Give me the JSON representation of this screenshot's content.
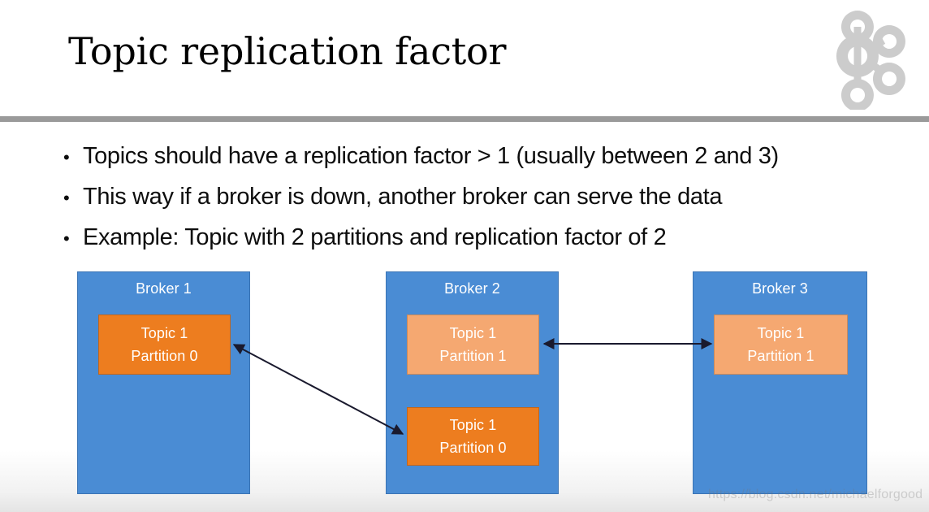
{
  "slide": {
    "title": "Topic replication factor",
    "logo_icon": "kafka-logo-icon",
    "watermark": "https://blog.csdn.net/michaelforgood"
  },
  "bullets": {
    "marker": "•",
    "items": [
      "Topics should have a replication factor > 1 (usually between 2 and 3)",
      "This way if a broker is down, another broker can serve the data",
      "Example: Topic with 2 partitions and replication factor of 2"
    ]
  },
  "diagram": {
    "brokers": [
      {
        "label": "Broker 1",
        "partitions": [
          {
            "topic": "Topic 1",
            "partition": "Partition 0",
            "role": "leader"
          }
        ]
      },
      {
        "label": "Broker 2",
        "partitions": [
          {
            "topic": "Topic 1",
            "partition": "Partition 1",
            "role": "replica"
          },
          {
            "topic": "Topic 1",
            "partition": "Partition 0",
            "role": "leader"
          }
        ]
      },
      {
        "label": "Broker 3",
        "partitions": [
          {
            "topic": "Topic 1",
            "partition": "Partition 1",
            "role": "replica"
          }
        ]
      }
    ],
    "connections": [
      {
        "name": "replication-arrow-partition-0",
        "from": "broker1-partition-0",
        "to": "broker2-partition-0",
        "style": "double-headed-diagonal"
      },
      {
        "name": "replication-arrow-partition-1",
        "from": "broker2-partition-1",
        "to": "broker3-partition-1",
        "style": "double-headed-horizontal"
      }
    ]
  },
  "colors": {
    "broker_blue": "#4A8CD4",
    "broker_blue_border": "#3B74B4",
    "partition_leader": "#ED7D1F",
    "partition_replica": "#F5A871",
    "header_rule": "#9A9A9A",
    "logo_gray": "#CCCCCC",
    "arrow": "#1A1A2E"
  }
}
